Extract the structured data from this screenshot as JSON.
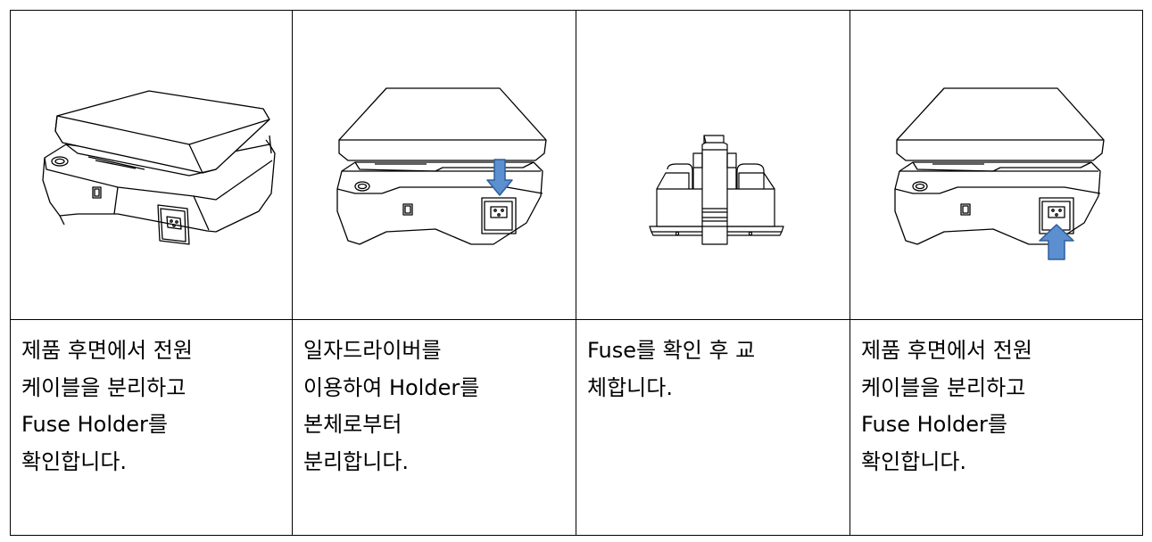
{
  "steps": [
    {
      "illustration": "hot-plate-rear-angled-view",
      "lines": [
        "제품 후면에서 전원",
        "케이블을 분리하고",
        "Fuse Holder를",
        "확인합니다."
      ]
    },
    {
      "illustration": "hot-plate-rear-arrow-down-on-fuse-holder",
      "lines": [
        "일자드라이버를",
        "이용하여 Holder를",
        "본체로부터",
        "분리합니다."
      ]
    },
    {
      "illustration": "fuse-holder-detail",
      "lines": [
        "Fuse를 확인 후 교",
        "체합니다."
      ]
    },
    {
      "illustration": "hot-plate-rear-arrow-up-on-fuse-holder",
      "lines": [
        "제품 후면에서 전원",
        "케이블을 분리하고",
        "Fuse Holder를",
        "확인합니다."
      ]
    }
  ],
  "colors": {
    "arrow": "#5b8fd0",
    "arrow_stroke": "#2e5f99",
    "line": "#000000"
  }
}
